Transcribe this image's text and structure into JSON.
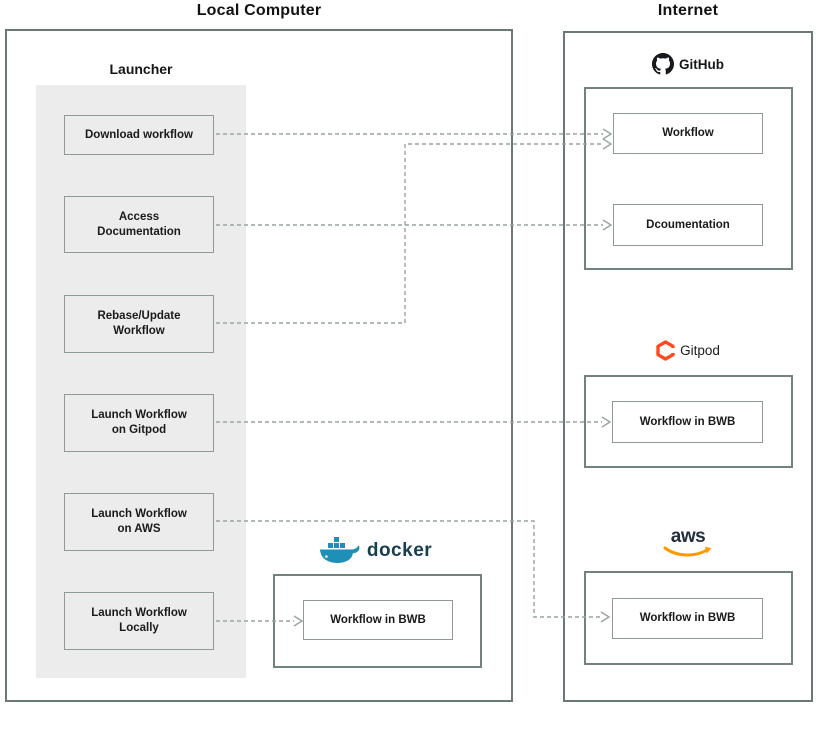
{
  "colors": {
    "outer_border": "#6a7a73",
    "node_border": "#8e9a93",
    "panel_bg": "#ececec",
    "arrow": "#98a49e",
    "text": "#141414",
    "github_black": "#15191c",
    "gitpod_orange": "#ff4a1f",
    "docker_blue": "#1e8fb7",
    "docker_navy": "#173f4f",
    "aws_navy": "#232f3e",
    "aws_orange": "#ff9900"
  },
  "local_computer": {
    "title": "Local Computer",
    "launcher": {
      "title": "Launcher",
      "items": [
        {
          "label": "Download workflow"
        },
        {
          "label": "Access\nDocumentation"
        },
        {
          "label": "Rebase/Update\nWorkflow"
        },
        {
          "label": "Launch Workflow\non Gitpod"
        },
        {
          "label": "Launch Workflow\non AWS"
        },
        {
          "label": "Launch Workflow\nLocally"
        }
      ]
    },
    "docker": {
      "logo_text": "docker",
      "box_label": "Workflow in BWB"
    }
  },
  "internet": {
    "title": "Internet",
    "github": {
      "logo_text": "GitHub",
      "boxes": [
        {
          "label": "Workflow"
        },
        {
          "label": "Dcoumentation"
        }
      ]
    },
    "gitpod": {
      "logo_text": "Gitpod",
      "box_label": "Workflow in BWB"
    },
    "aws": {
      "logo_text": "aws",
      "box_label": "Workflow in BWB"
    }
  }
}
